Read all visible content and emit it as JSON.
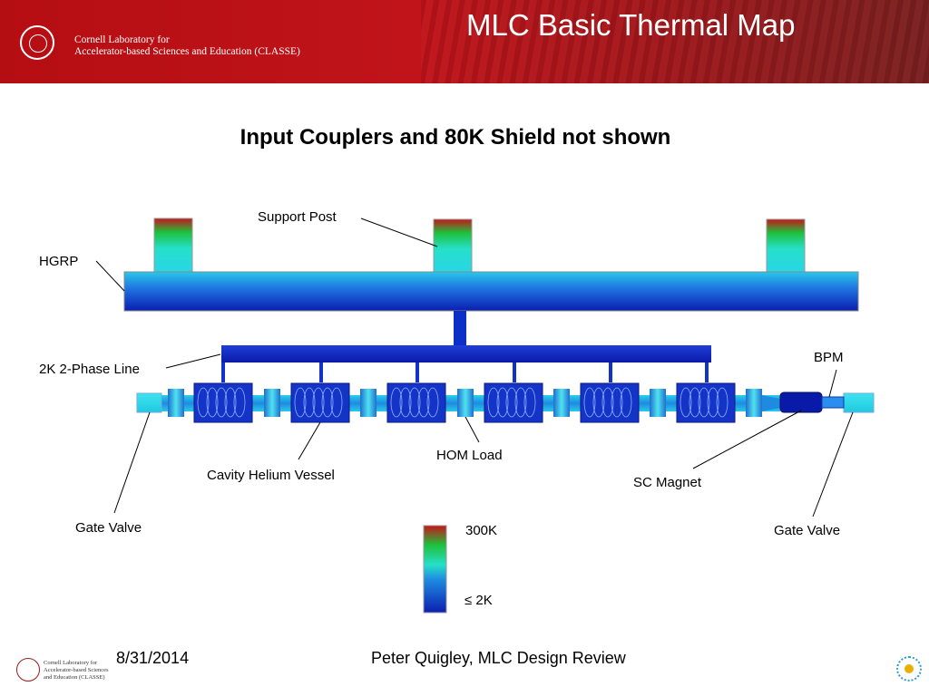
{
  "header": {
    "title": "MLC Basic Thermal Map",
    "org_line1": "Cornell Laboratory for",
    "org_line2": "Accelerator-based Sciences and Education (CLASSE)"
  },
  "subtitle": "Input Couplers and 80K Shield not shown",
  "labels": {
    "support_post": "Support Post",
    "hgrp": "HGRP",
    "two_phase": "2K 2-Phase Line",
    "bpm": "BPM",
    "cavity_vessel": "Cavity Helium Vessel",
    "hom_load": "HOM Load",
    "sc_magnet": "SC Magnet",
    "gate_valve_left": "Gate Valve",
    "gate_valve_right": "Gate Valve"
  },
  "legend": {
    "hot": "300K",
    "cold": "≤ 2K"
  },
  "colors": {
    "hot": "#c8141a",
    "green": "#1fbf3a",
    "cyan": "#25e0e0",
    "deep_blue": "#0a1fb0"
  },
  "footer": {
    "date": "8/31/2014",
    "center": "Peter Quigley, MLC Design Review",
    "org_line1": "Cornell Laboratory for",
    "org_line2": "Accelerator-based Sciences",
    "org_line3": "and Education (CLASSE)"
  }
}
